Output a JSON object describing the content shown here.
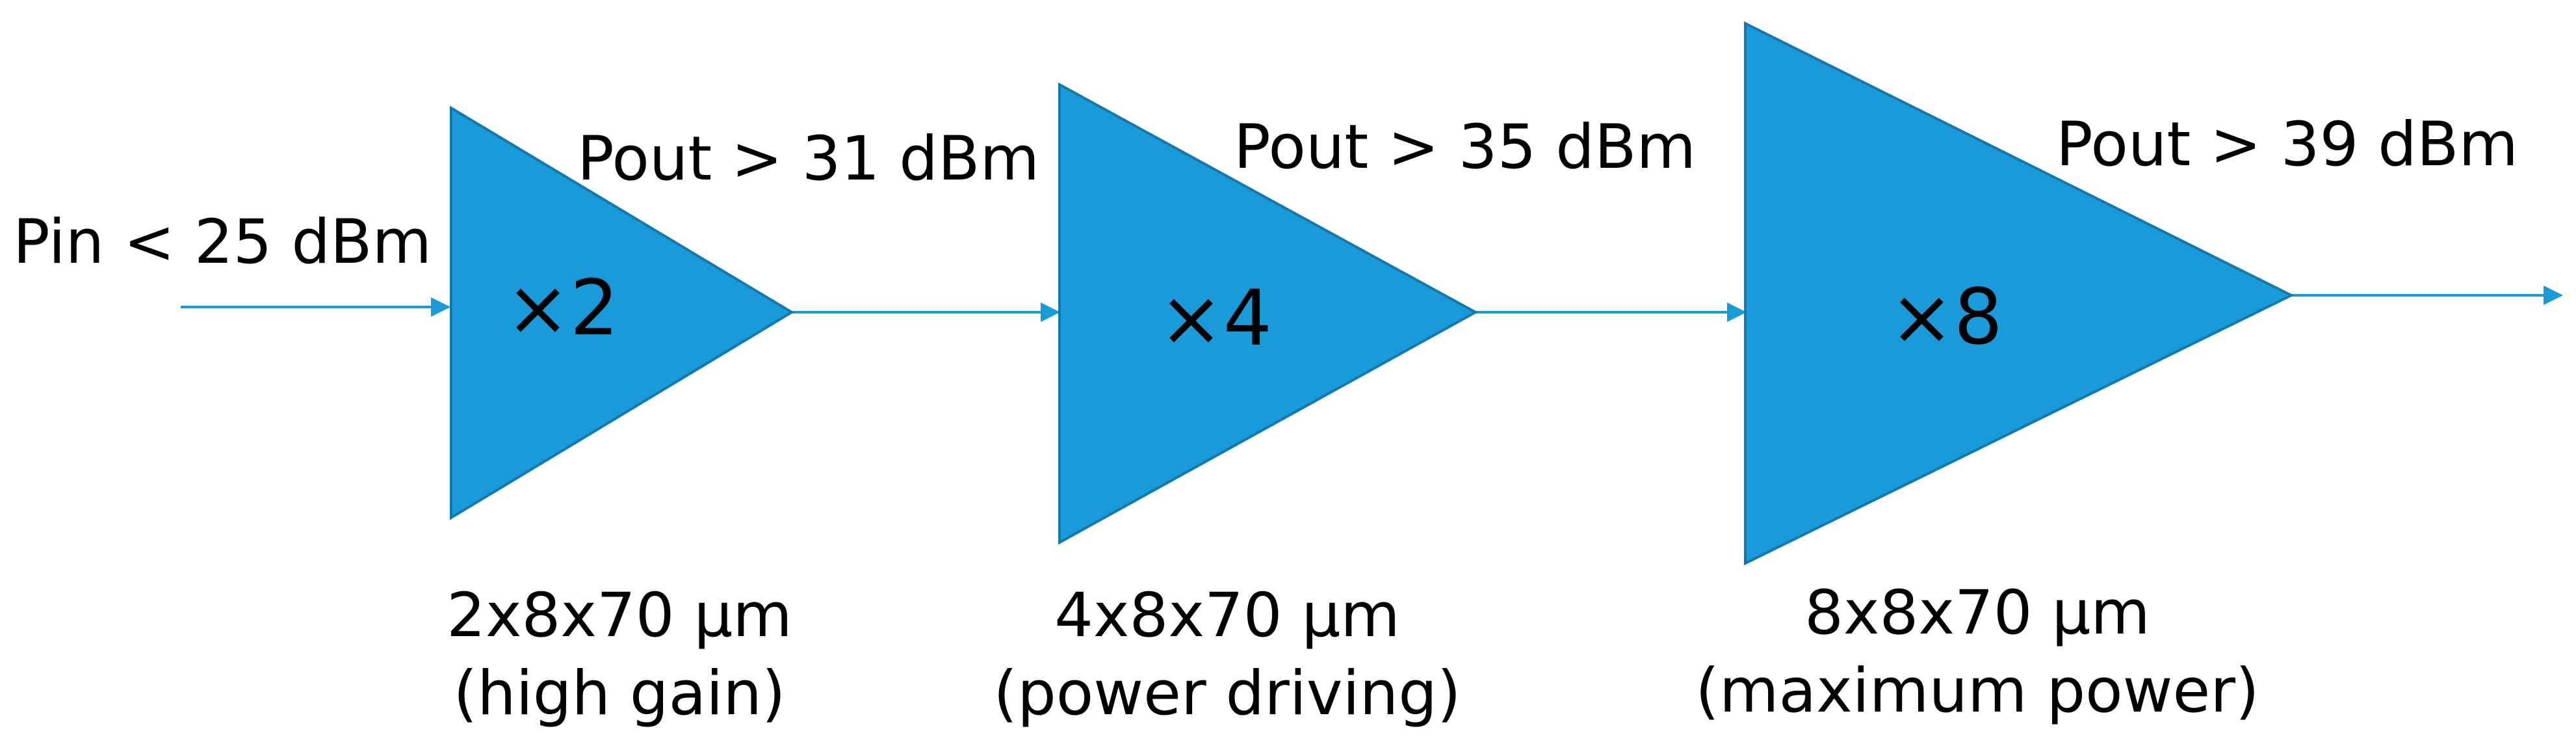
{
  "input": {
    "label": "Pin < 25 dBm"
  },
  "colors": {
    "amplifier_fill": "#1a9ad8",
    "amplifier_stroke": "#1278b0",
    "signal_line": "#1a9ad8",
    "text": "#000000"
  },
  "stages": [
    {
      "gain": "×2",
      "output": "Pout > 31 dBm",
      "size": "2x8x70 µm",
      "role": "(high gain)"
    },
    {
      "gain": "×4",
      "output": "Pout > 35 dBm",
      "size": "4x8x70 µm",
      "role": "(power driving)"
    },
    {
      "gain": "×8",
      "output": "Pout > 39 dBm",
      "size": "8x8x70 µm",
      "role": "(maximum power)"
    }
  ]
}
